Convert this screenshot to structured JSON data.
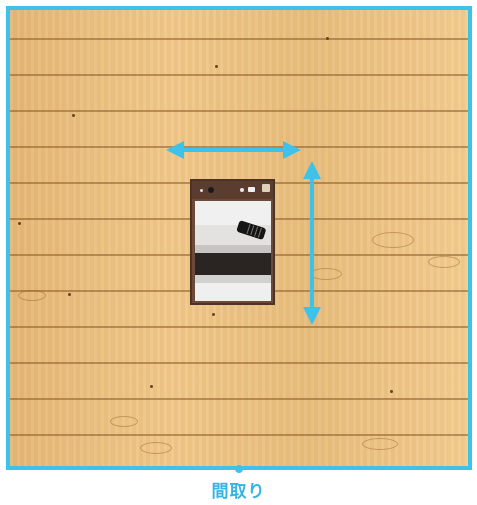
{
  "colors": {
    "accent": "#3ec2ea",
    "caption": "#36b4e2",
    "wood": "#ecc284",
    "furniture": "#6b4a38"
  },
  "floor": {
    "material": "wood-plank-floor"
  },
  "furniture": {
    "name": "bed-unit",
    "pillow_icon": "pillow-icon"
  },
  "arrows": {
    "width_arrow": "double-headed-horizontal-arrow",
    "depth_arrow": "double-headed-vertical-arrow"
  },
  "caption": {
    "label": "間取り"
  }
}
